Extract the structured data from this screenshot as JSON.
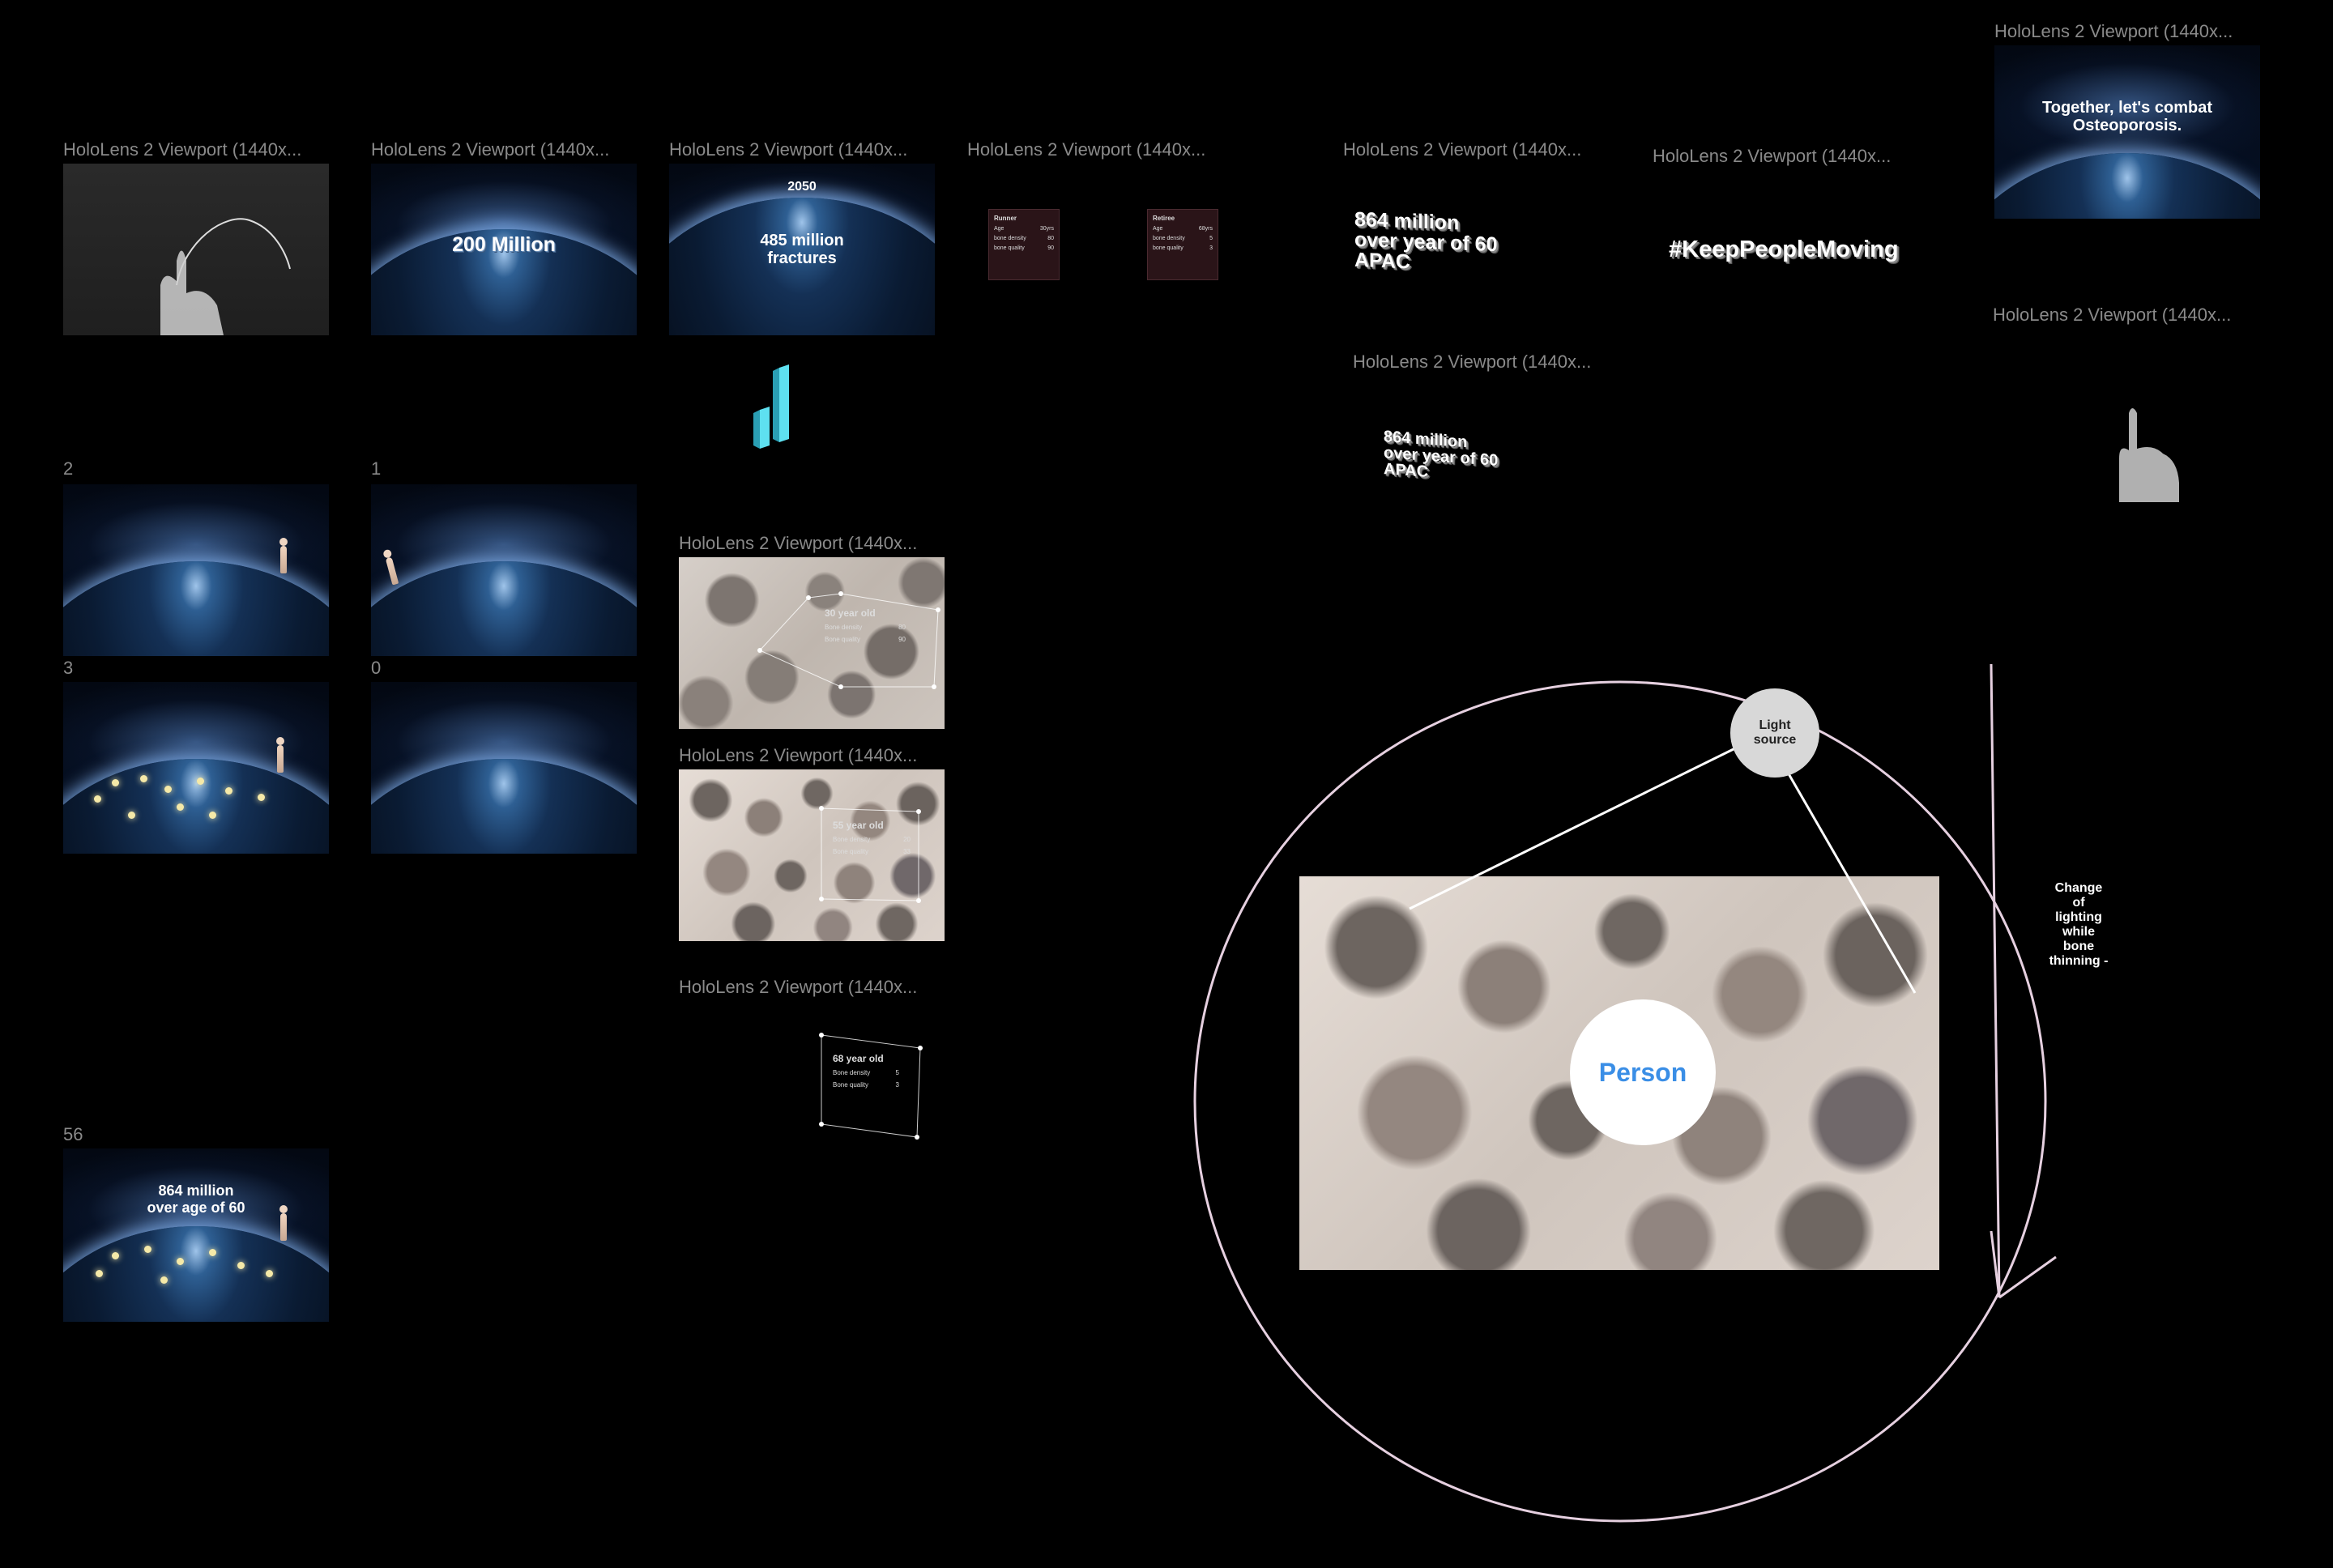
{
  "frame_label": "HoloLens 2 Viewport (1440x...",
  "frames": {
    "f_num_2": "2",
    "f_num_1": "1",
    "f_num_3": "3",
    "f_num_0": "0",
    "f_num_56": "56"
  },
  "earth": {
    "million_200": "200 Million",
    "year_2050": "2050",
    "fractures_line1": "485 million",
    "fractures_line2": "fractures",
    "apac_line1": "864 million",
    "apac_line2": "over age of 60"
  },
  "cards": {
    "runner": {
      "title": "Runner",
      "rows": [
        {
          "k": "Age",
          "v": "30yrs"
        },
        {
          "k": "bone density",
          "v": "80"
        },
        {
          "k": "bone quality",
          "v": "90"
        }
      ]
    },
    "retiree": {
      "title": "Retiree",
      "rows": [
        {
          "k": "Age",
          "v": "68yrs"
        },
        {
          "k": "bone density",
          "v": "5"
        },
        {
          "k": "bone quality",
          "v": "3"
        }
      ]
    }
  },
  "big_texts": {
    "apac_a_l1": "864 million",
    "apac_a_l2": "over year of 60",
    "apac_a_l3": "APAC",
    "hashtag": "#KeepPeopleMoving",
    "together_l1": "Together, let's combat",
    "together_l2": "Osteoporosis."
  },
  "bone_huds": {
    "h30": {
      "title": "30 year old",
      "r1k": "Bone density",
      "r1v": "80",
      "r2k": "Bone quality",
      "r2v": "90"
    },
    "h55": {
      "title": "55 year old",
      "r1k": "Bone density",
      "r1v": "20",
      "r2k": "Bone quality",
      "r2v": "33"
    },
    "h68": {
      "title": "68 year old",
      "r1k": "Bone density",
      "r1v": "5",
      "r2k": "Bone quality",
      "r2v": "3"
    }
  },
  "diagram": {
    "light_source_l1": "Light",
    "light_source_l2": "source",
    "person": "Person",
    "note": [
      "Change",
      "of",
      "lighting",
      "while",
      "bone",
      "thinning -"
    ]
  },
  "colors": {
    "canvas_bg": "#000000",
    "label_gray": "#8a8a8a",
    "person_blue": "#3a8ee6",
    "ring_stroke": "#e6d0e0",
    "bar_cyan": "#5ee0f0"
  }
}
